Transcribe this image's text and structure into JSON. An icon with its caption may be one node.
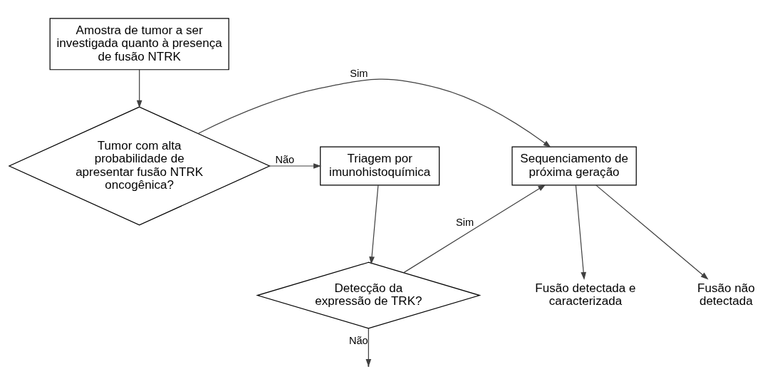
{
  "diagram": {
    "nodes": [
      {
        "text": [
          "Amostra de tumor a ser investigada quanto à presença de fusão NTRK"
        ]
      },
      {
        "text": [
          "Sequenciamento de próxima geração"
        ]
      },
      {
        "text": [
          "Tumor com alta probabilidade de apresentar fusão NTRK oncogênica?"
        ]
      },
      {
        "text": [
          "Triagem por imunohistoquímica"
        ]
      },
      {
        "text": [
          "Detecção da expressão de TRK?"
        ]
      },
      {
        "text": [
          "Fusão não detectada"
        ]
      },
      {
        "text": [
          "Fusão detectada e caracterizada"
        ]
      }
    ],
    "edges": [
      {
        "from": 0,
        "to": 2,
        "arrow": "to"
      },
      {
        "from": 2,
        "to": 1,
        "arrow": "to",
        "label": "Sim"
      },
      {
        "from": 2,
        "to": 3,
        "arrow": "to",
        "label": "Não"
      },
      {
        "from": 3,
        "to": 4,
        "arrow": "to"
      },
      {
        "from": 4,
        "to": 1,
        "arrow": "to",
        "label": "Sim"
      },
      {
        "from": 4,
        "to": null,
        "arrow": "to",
        "label": "Não"
      },
      {
        "from": 1,
        "to": 5,
        "arrow": "to"
      },
      {
        "from": 1,
        "to": 6,
        "arrow": "to"
      }
    ]
  }
}
